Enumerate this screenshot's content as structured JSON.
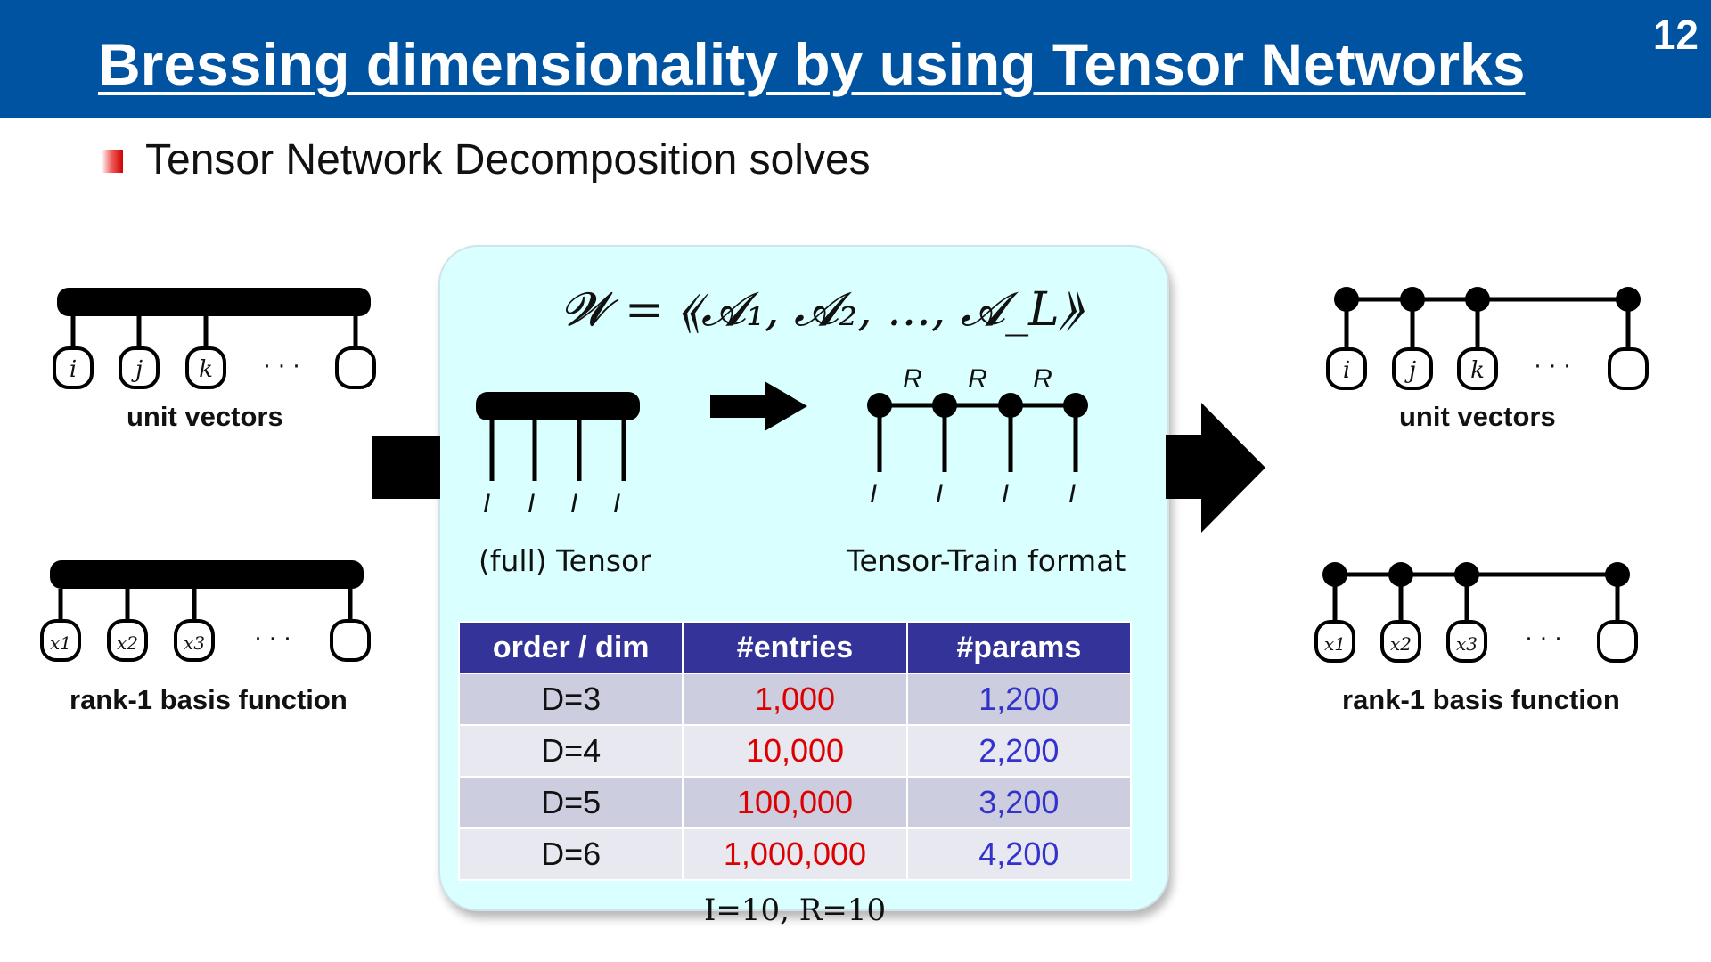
{
  "slide": {
    "title": "Bressing dimensionality by using Tensor Networks",
    "number": "12",
    "bullet": "Tensor Network Decomposition solves"
  },
  "left_diagrams": {
    "top_caption": "unit vectors",
    "top_nodes": [
      "i",
      "j",
      "k"
    ],
    "bottom_caption": "rank-1 basis function",
    "bottom_nodes": [
      "x1",
      "x2",
      "x3"
    ],
    "ellipsis": "· · ·"
  },
  "right_diagrams": {
    "top_caption": "unit vectors",
    "top_nodes": [
      "i",
      "j",
      "k"
    ],
    "bottom_caption": "rank-1 basis function",
    "bottom_nodes": [
      "x1",
      "x2",
      "x3"
    ],
    "ellipsis": "· · ·"
  },
  "center": {
    "formula": "𝓦 = ⟪𝓐₁, 𝓐₂, ..., 𝓐_L⟫",
    "full_tensor_label": "(full) Tensor",
    "tt_label": "Tensor-Train format",
    "index_label": "I",
    "rank_label": "R",
    "table": {
      "headers": [
        "order / dim",
        "#entries",
        "#params"
      ],
      "rows": [
        {
          "dim": "D=3",
          "entries": "1,000",
          "params": "1,200"
        },
        {
          "dim": "D=4",
          "entries": "10,000",
          "params": "2,200"
        },
        {
          "dim": "D=5",
          "entries": "100,000",
          "params": "3,200"
        },
        {
          "dim": "D=6",
          "entries": "1,000,000",
          "params": "4,200"
        }
      ]
    },
    "footnote": "I=10, R=10"
  },
  "colors": {
    "header_bg": "#0053A0",
    "panel_bg": "#D9FFFE",
    "table_header": "#33339A",
    "entries_text": "#DD0000",
    "params_text": "#3333CC"
  }
}
